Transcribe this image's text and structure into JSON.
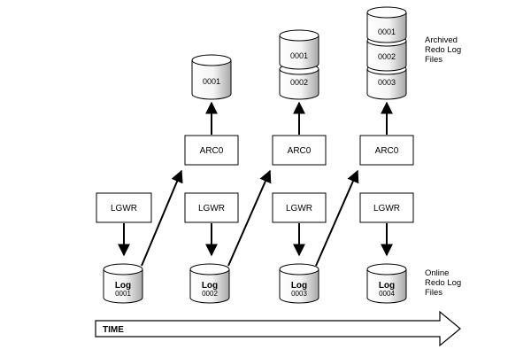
{
  "process_labels": {
    "lgwr": "LGWR",
    "arc": "ARC0"
  },
  "online_logs": [
    {
      "label": "Log",
      "number": "0001"
    },
    {
      "label": "Log",
      "number": "0002"
    },
    {
      "label": "Log",
      "number": "0003"
    },
    {
      "label": "Log",
      "number": "0004"
    }
  ],
  "archived_groups": [
    [
      "0001"
    ],
    [
      "0001",
      "0002"
    ],
    [
      "0001",
      "0002",
      "0003"
    ]
  ],
  "archived_label": [
    "Archived",
    "Redo Log",
    "Files"
  ],
  "online_label": [
    "Online",
    "Redo Log",
    "Files"
  ],
  "time_label": "TIME"
}
